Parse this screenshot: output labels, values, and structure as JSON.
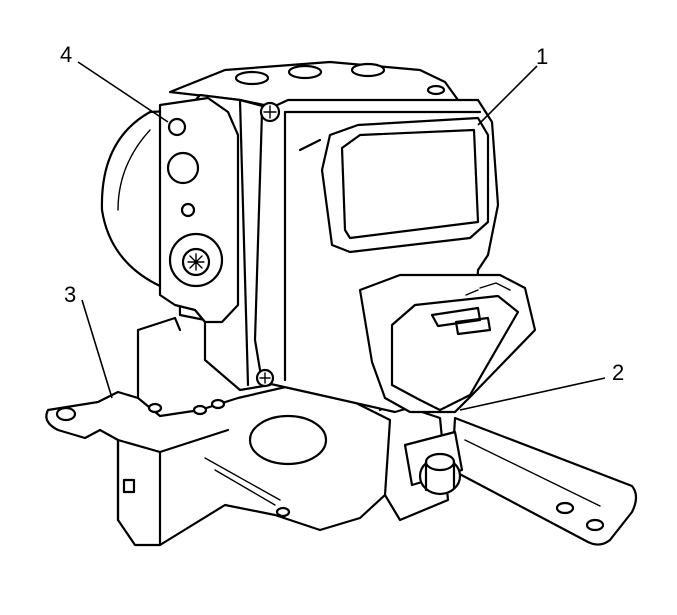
{
  "diagram": {
    "callouts": [
      {
        "id": "1",
        "label": "1"
      },
      {
        "id": "2",
        "label": "2"
      },
      {
        "id": "3",
        "label": "3"
      },
      {
        "id": "4",
        "label": "4"
      }
    ],
    "colors": {
      "line": "#000000",
      "background": "#ffffff"
    }
  }
}
